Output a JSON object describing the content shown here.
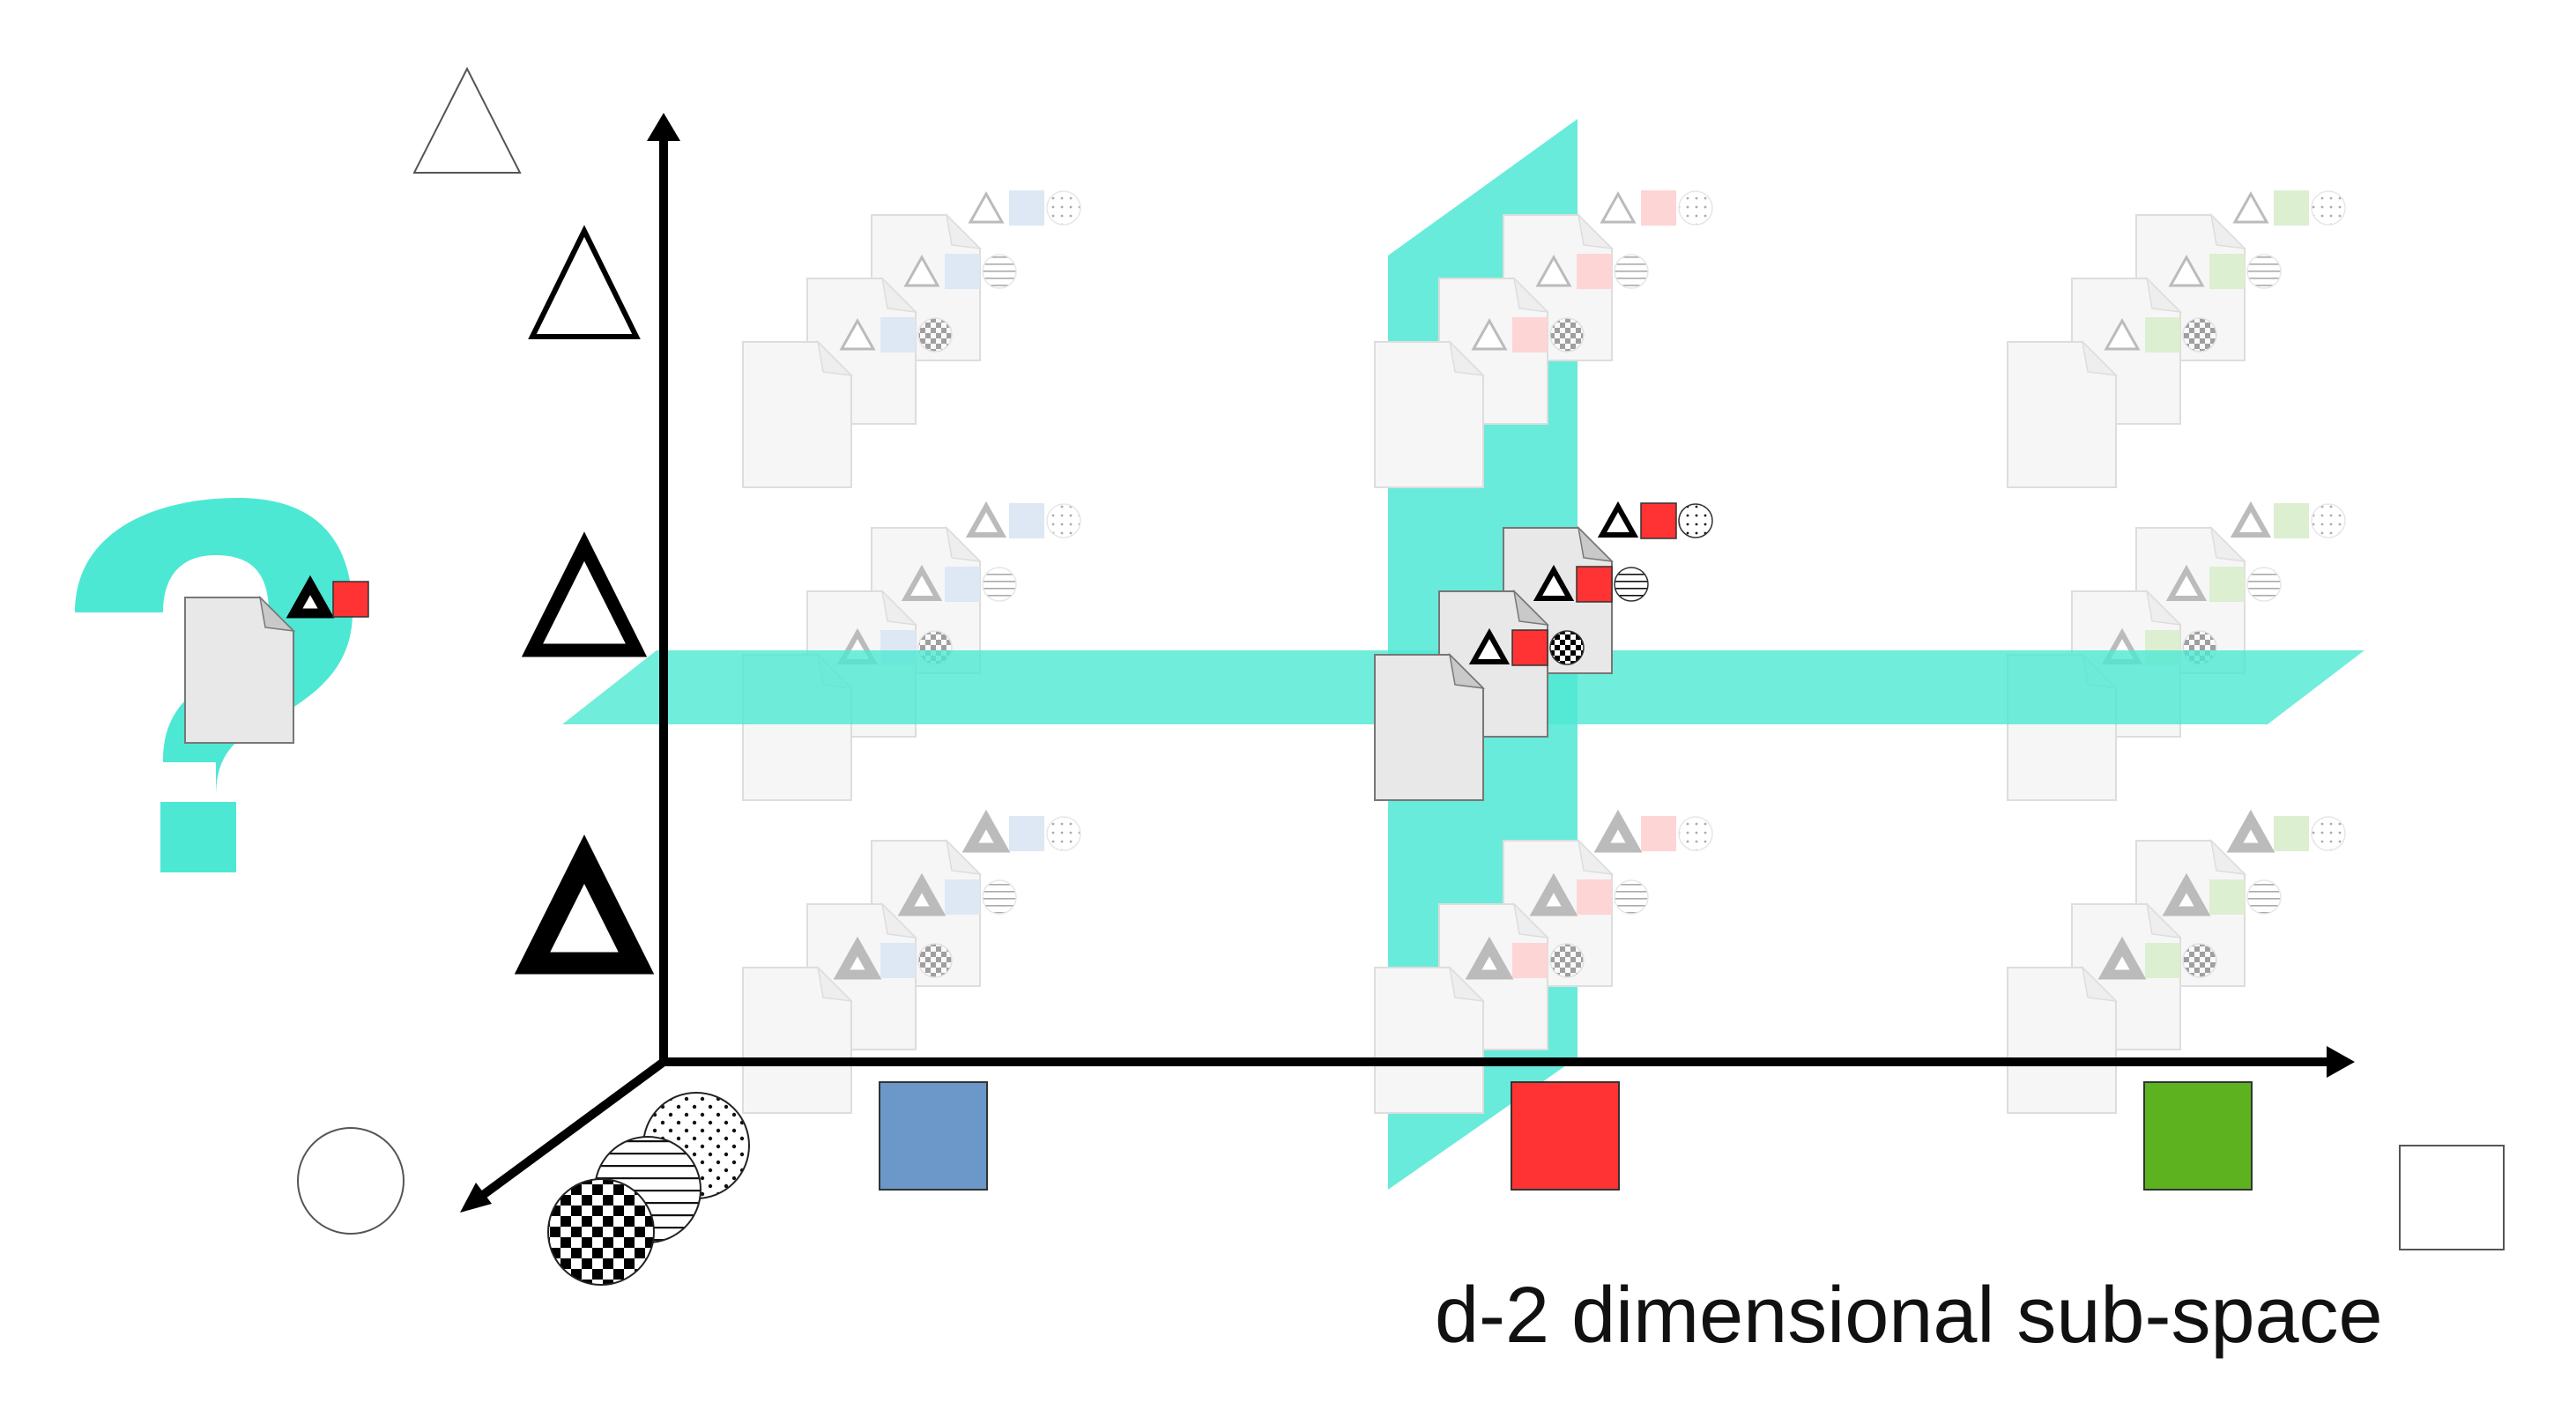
{
  "caption": "d-2 dimensional sub-space",
  "colors": {
    "plane": "#4de8d3",
    "blue": "#6b97c9",
    "red": "#ff3333",
    "green": "#5db31f",
    "blue_faint": "#dde8f4",
    "red_faint": "#fdd5d5",
    "green_faint": "#dcefd1",
    "doc_fill": "#e8e8e8",
    "doc_fill_faint": "#f6f6f6",
    "doc_edge": "#777777",
    "doc_edge_faint": "#dddddd"
  },
  "axes": {
    "x_axis": {
      "icon": "square-icon",
      "values": [
        "blue",
        "red",
        "green"
      ]
    },
    "y_axis": {
      "icon": "triangle-icon",
      "values": [
        "thin-outline",
        "medium-outline",
        "thick-outline"
      ]
    },
    "z_axis": {
      "icon": "circle-icon",
      "values": [
        "dotted-pattern",
        "striped-pattern",
        "checkered-pattern"
      ]
    }
  },
  "query": {
    "icon": "question-mark-icon",
    "attributes": [
      "thick-triangle",
      "red-square"
    ]
  },
  "highlight": {
    "column": "red",
    "row": "medium-outline"
  }
}
